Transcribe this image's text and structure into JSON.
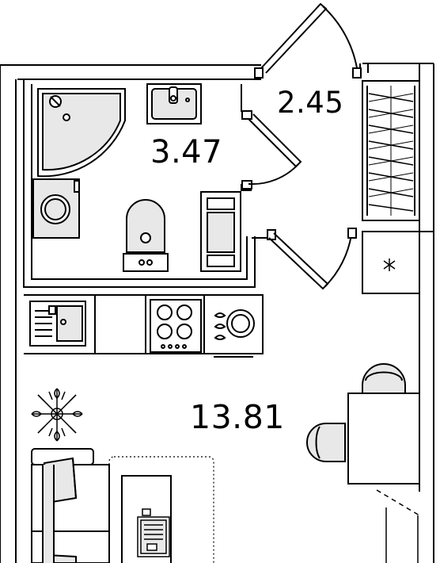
{
  "rooms": [
    {
      "name": "bathroom",
      "area": "3.47"
    },
    {
      "name": "hall",
      "area": "2.45"
    },
    {
      "name": "living-room",
      "area": "13.81"
    }
  ],
  "colors": {
    "wall": "#000000",
    "fill": "#e8e8e8",
    "background": "#ffffff"
  },
  "icons": [
    "shower-icon",
    "washing-machine-icon",
    "bathroom-sink-icon",
    "toilet-icon",
    "towel-dryer-icon",
    "kitchen-sink-icon",
    "cooktop-icon",
    "oven-controls-icon",
    "plant-icon",
    "dining-table-icon",
    "chair-icon",
    "sofa-icon",
    "desk-icon",
    "laptop-icon",
    "wardrobe-icon",
    "electrical-panel-icon",
    "door-icon"
  ]
}
